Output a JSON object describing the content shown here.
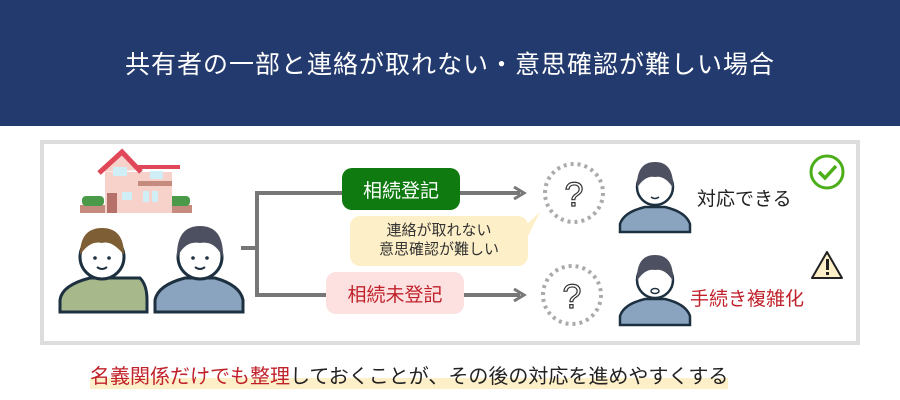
{
  "title": "共有者の一部と連絡が取れない・意思確認が難しい場合",
  "branches": {
    "top_label": "相続登記",
    "bottom_label": "相続未登記"
  },
  "note": {
    "line1": "連絡が取れない",
    "line2": "意思確認が難しい"
  },
  "outcomes": {
    "top": "対応できる",
    "bottom": "手続き複雑化"
  },
  "footer": {
    "highlight": "名義関係だけでも整理",
    "rest": "しておくことが、その後の対応を進めやすくする"
  },
  "colors": {
    "header": "#233a6e",
    "green": "#0f7a0f",
    "red": "#c0222b",
    "check": "#4caf1a"
  }
}
